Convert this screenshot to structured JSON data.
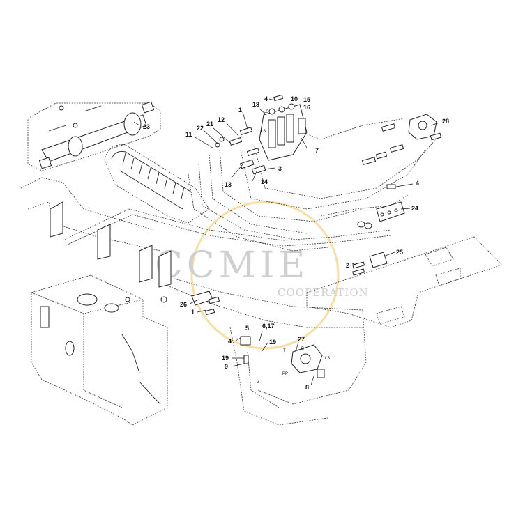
{
  "watermark": {
    "brand": "CCMIE",
    "tagline": "COOPERATION",
    "accent_color": "#f2b531",
    "text_color": "#cfcfcf"
  },
  "diagram": {
    "callouts": [
      {
        "id": "c4a",
        "text": "4"
      },
      {
        "id": "c10",
        "text": "10"
      },
      {
        "id": "c15",
        "text": "15"
      },
      {
        "id": "c16",
        "text": "16"
      },
      {
        "id": "c18",
        "text": "18"
      },
      {
        "id": "c1a",
        "text": "1"
      },
      {
        "id": "c12",
        "text": "12"
      },
      {
        "id": "c21",
        "text": "21"
      },
      {
        "id": "c22",
        "text": "22"
      },
      {
        "id": "c11",
        "text": "11"
      },
      {
        "id": "c7",
        "text": "7"
      },
      {
        "id": "c3",
        "text": "3"
      },
      {
        "id": "c13",
        "text": "13"
      },
      {
        "id": "c14",
        "text": "14"
      },
      {
        "id": "c23",
        "text": "23"
      },
      {
        "id": "c28",
        "text": "28"
      },
      {
        "id": "c4b",
        "text": "4"
      },
      {
        "id": "c24",
        "text": "24"
      },
      {
        "id": "c25",
        "text": "25"
      },
      {
        "id": "c2a",
        "text": "2"
      },
      {
        "id": "c26",
        "text": "26"
      },
      {
        "id": "c1b",
        "text": "1"
      },
      {
        "id": "c5",
        "text": "5"
      },
      {
        "id": "c617",
        "text": "6,17"
      },
      {
        "id": "c4c",
        "text": "4"
      },
      {
        "id": "c19a",
        "text": "19"
      },
      {
        "id": "c19b",
        "text": "19"
      },
      {
        "id": "c9",
        "text": "9"
      },
      {
        "id": "c27",
        "text": "27"
      },
      {
        "id": "c8",
        "text": "8"
      }
    ],
    "small_marks": {
      "ls_top": "LS",
      "ls_mid": "LS",
      "ls_low": "LS",
      "pp": "PP",
      "t": "T",
      "b": "B",
      "two": "2"
    }
  }
}
